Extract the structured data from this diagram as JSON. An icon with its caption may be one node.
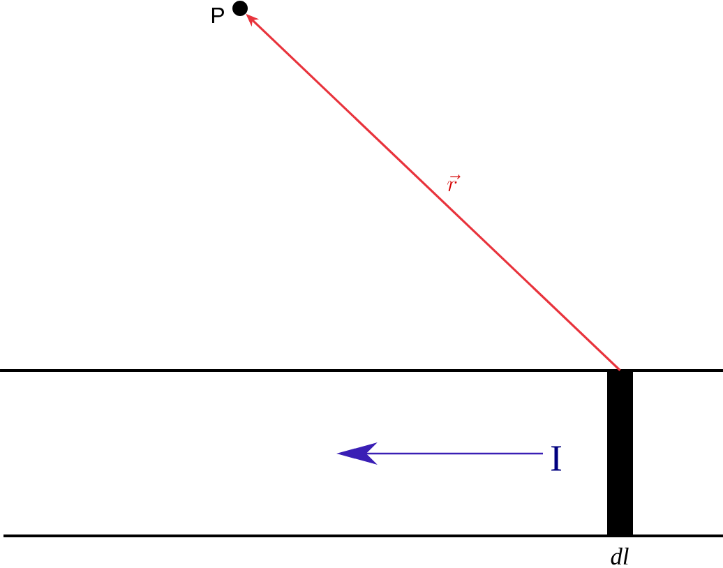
{
  "diagram": {
    "nodes": [
      {
        "text": [],
        "shape": "circle",
        "beside": [
          "P"
        ]
      },
      {
        "text": [],
        "shape": "bar",
        "beside": [
          "dl"
        ]
      }
    ],
    "edges": [
      {
        "from": 1,
        "to": 0,
        "arrow": "to",
        "label": "\\vec{r}",
        "color": "#e8333c"
      }
    ],
    "labels": [
      "I"
    ]
  }
}
